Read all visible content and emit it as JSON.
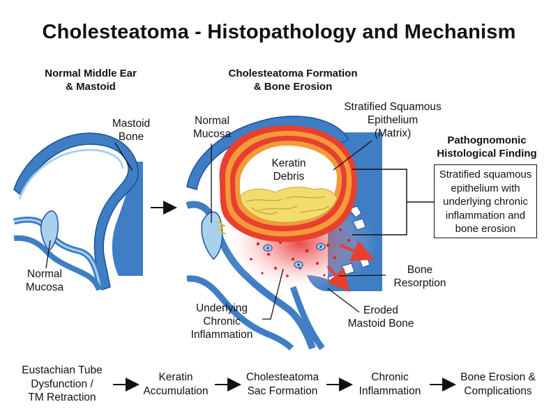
{
  "title": "Cholesteatoma - Histopathology and Mechanism",
  "panels": {
    "normal": {
      "heading_line1": "Normal Middle Ear",
      "heading_line2": "& Mastoid",
      "mastoid_line1": "Mastoid",
      "mastoid_line2": "Bone",
      "mucosa_line1": "Normal",
      "mucosa_line2": "Mucosa"
    },
    "formation": {
      "heading_line1": "Cholesteatoma Formation",
      "heading_line2": "& Bone Erosion",
      "mucosa_line1": "Normal",
      "mucosa_line2": "Mucosa",
      "keratin_line1": "Keratin",
      "keratin_line2": "Debris",
      "epithelium_line1": "Stratified Squamous",
      "epithelium_line2": "Epithelium",
      "epithelium_line3": "(Matrix)",
      "inflammation_line1": "Underlying",
      "inflammation_line2": "Chronic",
      "inflammation_line3": "Inflammation",
      "resorption_line1": "Bone",
      "resorption_line2": "Resorption",
      "eroded_line1": "Eroded",
      "eroded_line2": "Mastoid Bone"
    }
  },
  "finding": {
    "heading_line1": "Pathognomonic",
    "heading_line2": "Histological Finding",
    "line1": "Stratified squamous",
    "line2": "epithelium with",
    "line3": "underlying chronic",
    "line4": "inflammation and",
    "line5": "bone erosion"
  },
  "flow": [
    {
      "line1": "Eustachian Tube",
      "line2": "Dysfunction /",
      "line3": "TM Retraction"
    },
    {
      "line1": "Keratin",
      "line2": "Accumulation"
    },
    {
      "line1": "Cholesteatoma",
      "line2": "Sac Formation"
    },
    {
      "line1": "Chronic",
      "line2": "Inflammation"
    },
    {
      "line1": "Bone Erosion &",
      "line2": "Complications"
    }
  ],
  "colors": {
    "bone": "#3f7ec4",
    "bone_outline": "#1d4f96",
    "mucosa": "#a9d0ef",
    "matrix_red": "#e8402f",
    "matrix_orange": "#f59a3a",
    "keratin": "#f3dc6e",
    "inflammation": "#e42a2a"
  }
}
